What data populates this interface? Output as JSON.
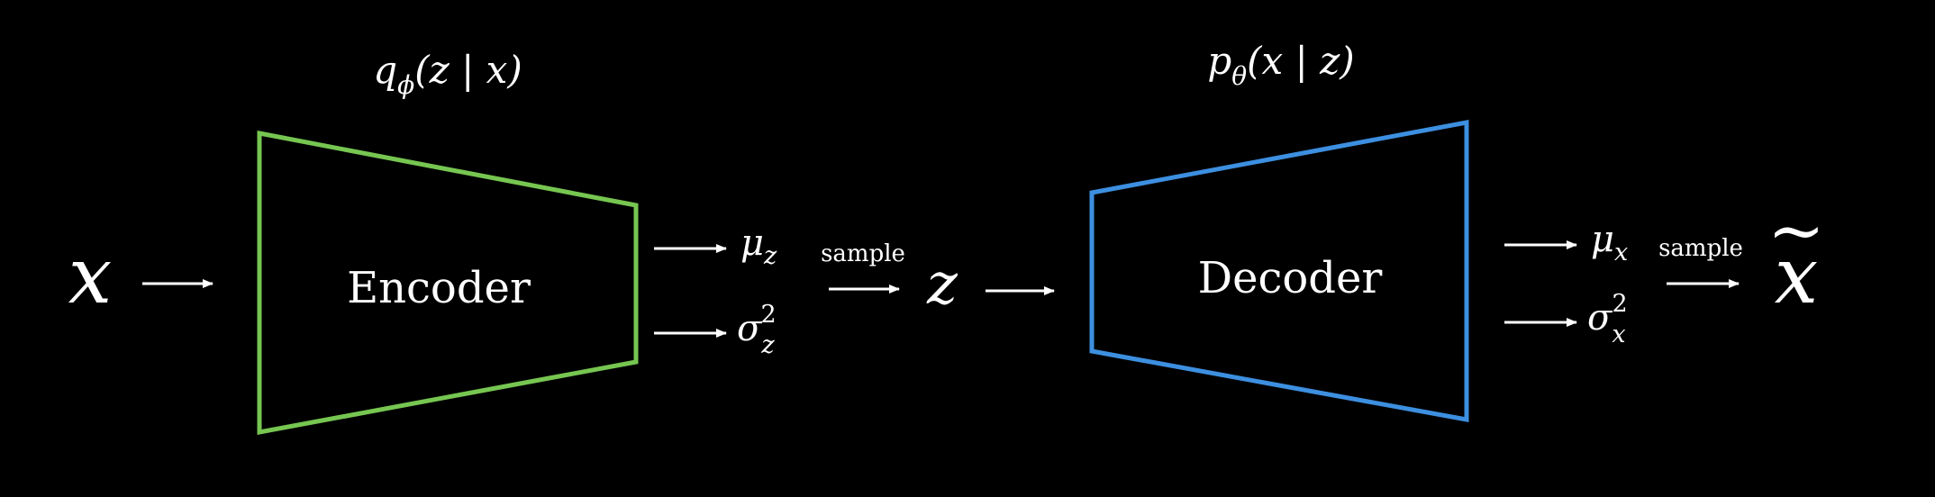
{
  "colors": {
    "background": "#000000",
    "foreground": "#ffffff",
    "encoder_outline": "#76c651",
    "decoder_outline": "#3d8fe0"
  },
  "input": {
    "symbol": "x"
  },
  "encoder": {
    "label": "Encoder",
    "dist_letter": "q",
    "dist_sub": "ϕ",
    "dist_args": "(z | x)",
    "mu_letter": "μ",
    "mu_sub": "z",
    "sigma_letter": "σ",
    "sigma_sub": "z",
    "sigma_sup": "2"
  },
  "sample_1": {
    "label": "sample"
  },
  "latent": {
    "symbol": "z"
  },
  "decoder": {
    "label": "Decoder",
    "dist_letter": "p",
    "dist_sub": "θ",
    "dist_args": "(x | z)",
    "mu_letter": "μ",
    "mu_sub": "x",
    "sigma_letter": "σ",
    "sigma_sub": "x",
    "sigma_sup": "2"
  },
  "sample_2": {
    "label": "sample"
  },
  "output": {
    "symbol": "x",
    "accent": "~"
  }
}
